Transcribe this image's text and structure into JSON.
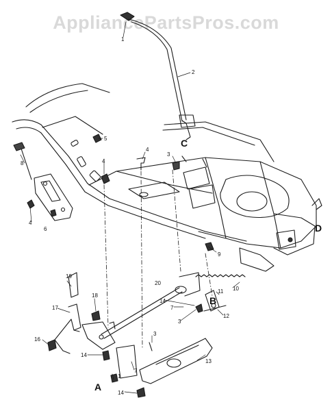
{
  "watermark": "AppliancePartsPros.com",
  "callouts": [
    {
      "label": "1"
    },
    {
      "label": "2"
    },
    {
      "label": "5"
    },
    {
      "label": "4"
    },
    {
      "label": "3"
    },
    {
      "label": "8"
    },
    {
      "label": "4"
    },
    {
      "label": "6"
    },
    {
      "label": "4"
    },
    {
      "label": "9"
    },
    {
      "label": "10"
    },
    {
      "label": "11"
    },
    {
      "label": "12"
    },
    {
      "label": "7"
    },
    {
      "label": "3"
    },
    {
      "label": "14"
    },
    {
      "label": "20"
    },
    {
      "label": "19"
    },
    {
      "label": "18"
    },
    {
      "label": "17"
    },
    {
      "label": "16"
    },
    {
      "label": "14"
    },
    {
      "label": "3"
    },
    {
      "label": "7"
    },
    {
      "label": "1"
    },
    {
      "label": "13"
    },
    {
      "label": "14"
    }
  ],
  "letters": [
    {
      "label": "C"
    },
    {
      "label": "D"
    },
    {
      "label": "B"
    },
    {
      "label": "A"
    }
  ]
}
